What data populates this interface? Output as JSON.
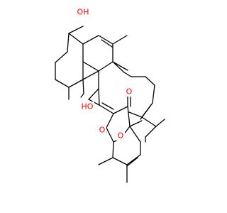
{
  "molecule": {
    "atom_labels": {
      "hydroxyl_top": "OH",
      "hydroxyl_enol": "HO",
      "ketone_oxygen": "O",
      "lactone_carbonyl_oxygen": "O",
      "ring_oxygen": "O"
    }
  },
  "colors": {
    "bond": "#000000",
    "oxygen": "#ff0000",
    "background": "#ffffff"
  }
}
